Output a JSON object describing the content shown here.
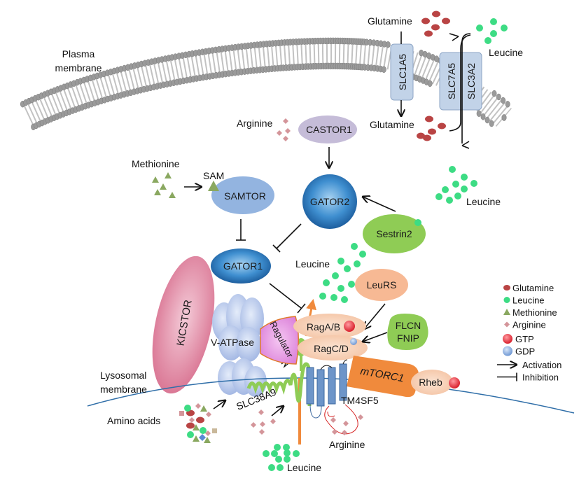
{
  "title": "mTORC1 amino acid sensing pathway",
  "membranes": {
    "plasma": "Plasma membrane",
    "plasma_line1": "Plasma",
    "plasma_line2": "membrane",
    "lysosomal_line1": "Lysosomal",
    "lysosomal_line2": "membrane"
  },
  "transporters": {
    "slc1a5": "SLC1A5",
    "slc7a5": "SLC7A5",
    "slc3a2": "SLC3A2",
    "slc38a9": "SLC38A9",
    "tm4sf5": "TM4SF5"
  },
  "nodes": {
    "castor1": "CASTOR1",
    "samtor": "SAMTOR",
    "sam": "SAM",
    "gator2": "GATOR2",
    "gator1": "GATOR1",
    "sestrin2": "Sestrin2",
    "leurs": "LeuRS",
    "kicstor": "KICSTOR",
    "vatpase": "V-ATPase",
    "ragulator": "Ragulator",
    "ragab": "RagA/B",
    "ragcd": "RagC/D",
    "flcn": "FLCN",
    "fnip": "FNIP",
    "mtorc1": "mTORC1",
    "rheb": "Rheb"
  },
  "molecule_labels": {
    "glutamine_out": "Glutamine",
    "glutamine_in": "Glutamine",
    "leucine_out": "Leucine",
    "leucine_cyto": "Leucine",
    "leucine_sestrin": "Leucine",
    "leucine_lumen": "Leucine",
    "arginine_castor": "Arginine",
    "arginine_lumen": "Arginine",
    "methionine": "Methionine",
    "amino_acids": "Amino acids"
  },
  "legend": {
    "items": [
      {
        "label": "Glutamine",
        "symbol": "ellipse",
        "color": "#b94444"
      },
      {
        "label": "Leucine",
        "symbol": "circle",
        "color": "#3ddc84"
      },
      {
        "label": "Methionine",
        "symbol": "triangle",
        "color": "#8aa860"
      },
      {
        "label": "Arginine",
        "symbol": "diamond",
        "color": "#d4959a"
      },
      {
        "label": "GTP",
        "symbol": "sphere",
        "color": "#e8333f"
      },
      {
        "label": "GDP",
        "symbol": "sphere",
        "color": "#7ea6dc"
      },
      {
        "label": "Activation",
        "symbol": "arrow",
        "color": "#111111"
      },
      {
        "label": "Inhibition",
        "symbol": "tbar",
        "color": "#111111"
      }
    ]
  },
  "colors": {
    "glutamine": "#b94444",
    "leucine": "#3ddc84",
    "methionine": "#8aa860",
    "arginine": "#d4959a",
    "gtp": "#e8333f",
    "gdp": "#7ea6dc",
    "gator": "#2a7bc4",
    "castor1": "#c5bcd8",
    "samtor": "#93b4e0",
    "sestrin2": "#8fcc55",
    "leurs": "#f7b994",
    "kicstor": "#dc7f9c",
    "vatpase": "#aabde6",
    "ragulator": "#e48fe0",
    "rag": "#f8d2b8",
    "mtorc1": "#f08a3c",
    "membrane_head": "#9a9a9a",
    "transporter": "#c2d3e8",
    "tm4sf5": "#6d95c9",
    "lyso_line": "#2f6ea8"
  }
}
